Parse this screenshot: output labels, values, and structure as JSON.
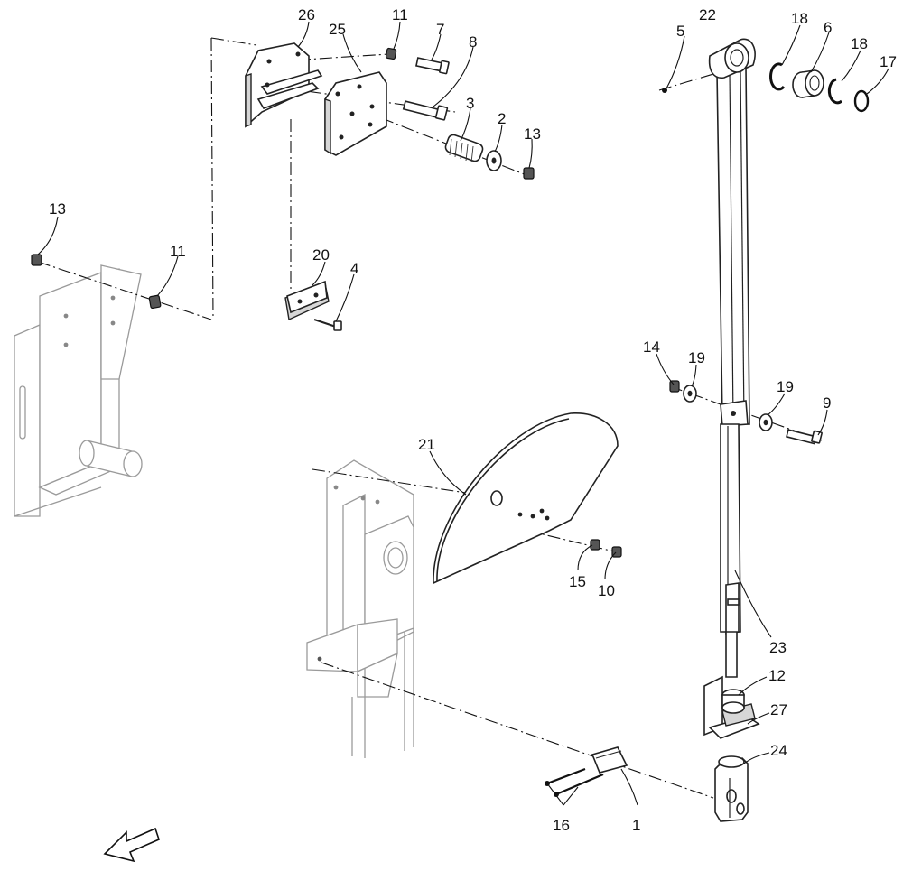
{
  "diagram": {
    "callouts": {
      "c26": "26",
      "c25": "25",
      "c11a": "11",
      "c7": "7",
      "c8": "8",
      "c3": "3",
      "c2": "2",
      "c13a": "13",
      "c13b": "13",
      "c11b": "11",
      "c20": "20",
      "c4": "4",
      "c22": "22",
      "c5": "5",
      "c18a": "18",
      "c6": "6",
      "c18b": "18",
      "c17": "17",
      "c14": "14",
      "c19a": "19",
      "c19b": "19",
      "c9": "9",
      "c21": "21",
      "c15": "15",
      "c10": "10",
      "c23": "23",
      "c12": "12",
      "c27": "27",
      "c24": "24",
      "c16": "16",
      "c1": "1"
    }
  }
}
